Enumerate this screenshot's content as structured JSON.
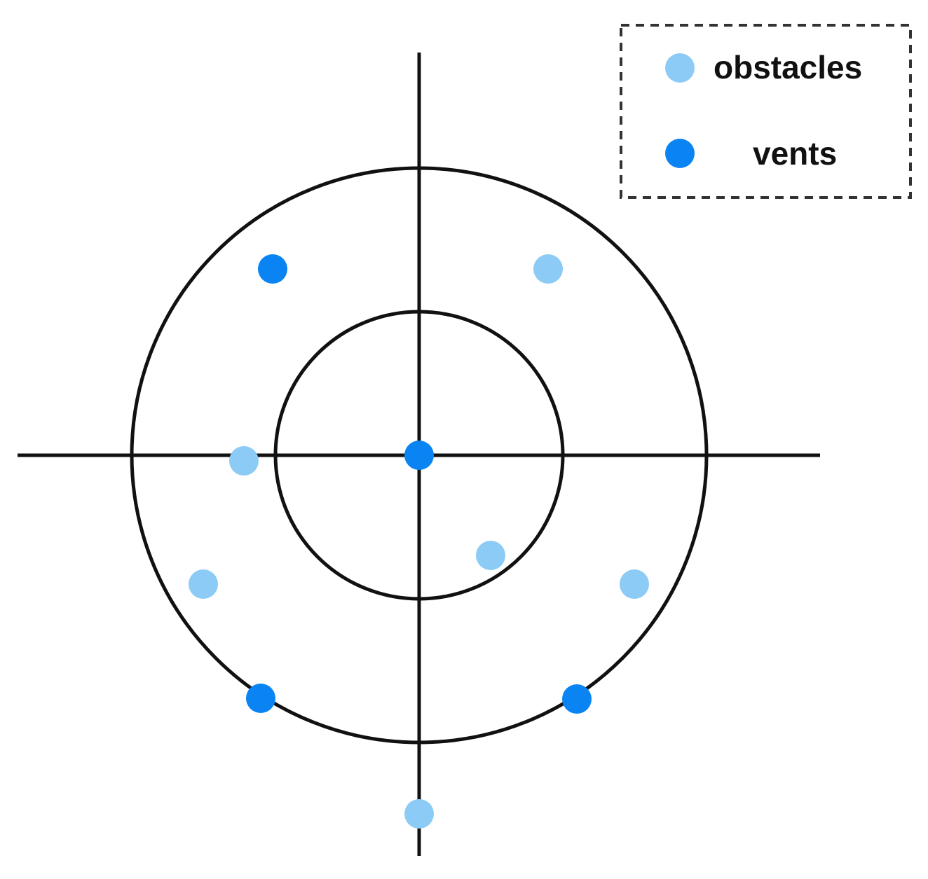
{
  "legend": {
    "obstacles_label": "obstacles",
    "vents_label": "vents"
  },
  "colors": {
    "obstacle": "#8ccbf5",
    "vent": "#0a84f2",
    "line": "#111111",
    "legend_border": "#333333"
  },
  "points": {
    "vents": [
      {
        "angle_deg": 0,
        "ring": "center"
      },
      {
        "angle_deg": 130,
        "ring": "inside-outer"
      },
      {
        "angle_deg": 237,
        "ring": "outer"
      },
      {
        "angle_deg": 303,
        "ring": "outer"
      }
    ],
    "obstacles": [
      {
        "angle_deg": 50,
        "ring": "inside-outer"
      },
      {
        "angle_deg": 178,
        "ring": "between"
      },
      {
        "angle_deg": 207,
        "ring": "inside-outer"
      },
      {
        "angle_deg": 333,
        "ring": "inside-outer"
      },
      {
        "angle_deg": 306,
        "ring": "between"
      },
      {
        "angle_deg": 270,
        "ring": "outside-outer"
      }
    ]
  }
}
